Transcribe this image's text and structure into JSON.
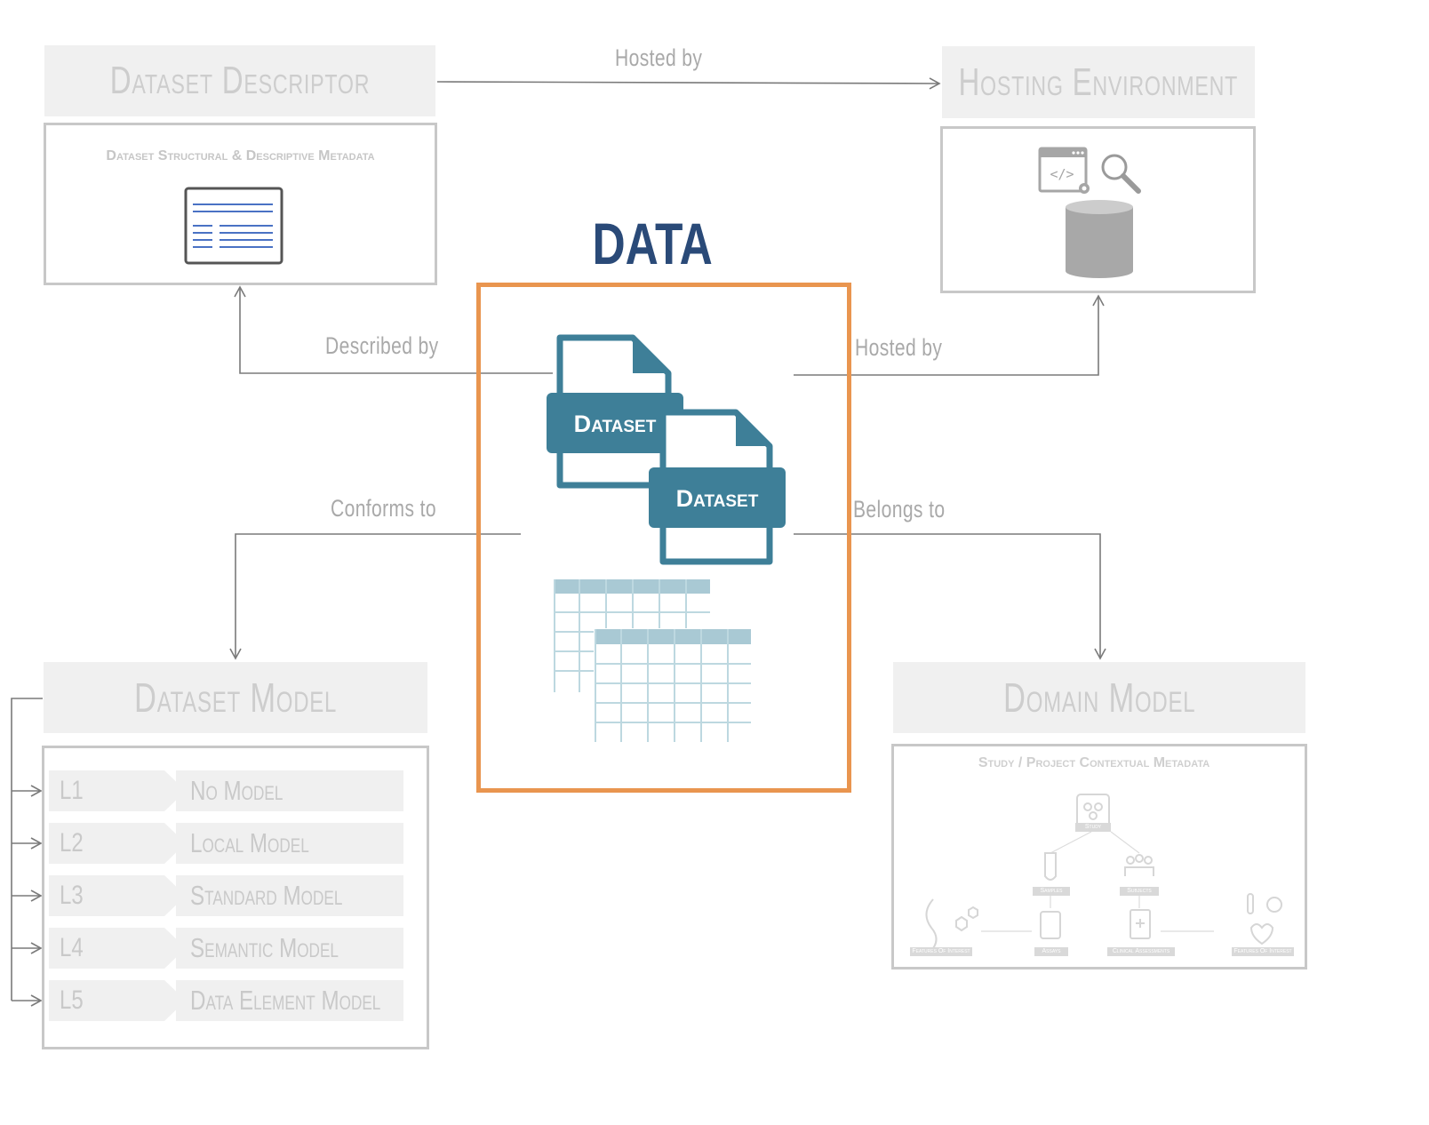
{
  "title": "DATA",
  "dataset_descriptor": {
    "header": "Dataset Descriptor",
    "subtitle": "Dataset Structural & Descriptive Metadata"
  },
  "hosting_environment": {
    "header": "Hosting Environment"
  },
  "dataset_model": {
    "header": "Dataset Model",
    "levels": [
      {
        "code": "L1",
        "name": "No Model"
      },
      {
        "code": "L2",
        "name": "Local Model"
      },
      {
        "code": "L3",
        "name": "Standard Model"
      },
      {
        "code": "L4",
        "name": "Semantic Model"
      },
      {
        "code": "L5",
        "name": "Data Element Model"
      }
    ]
  },
  "domain_model": {
    "header": "Domain Model",
    "subtitle": "Study / Project Contextual Metadata",
    "nodes": {
      "study": "Study",
      "samples": "Samples",
      "subjects": "Subjects",
      "assays": "Assays",
      "clinical": "Clinical Assessments",
      "features_left": "Features Of Interest",
      "features_right": "Features Of Interest"
    }
  },
  "datasets": [
    "Dataset",
    "Dataset"
  ],
  "relations": {
    "top": "Hosted by",
    "described_by": "Described by",
    "hosted_by": "Hosted by",
    "conforms_to": "Conforms to",
    "belongs_to": "Belongs to"
  },
  "colors": {
    "accent_orange": "#e9954f",
    "dataset_teal": "#3e7f98",
    "title_navy": "#2a4a78",
    "table_header": "#a9c9d4",
    "table_lines": "#bdd8e0",
    "gray_text": "#cdcdcd",
    "gray_box": "#f0f0f0"
  }
}
